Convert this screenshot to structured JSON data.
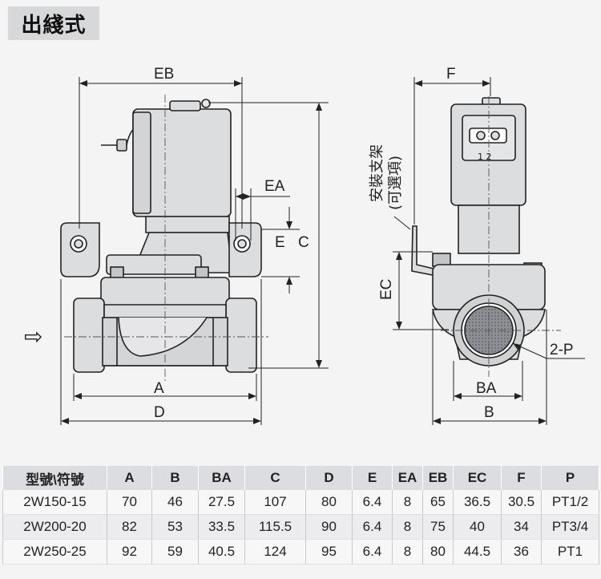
{
  "page_title": "出綫式",
  "drawing": {
    "front_labels": {
      "eb": "EB",
      "ea": "EA",
      "e": "E",
      "c": "C",
      "a": "A",
      "d": "D"
    },
    "side_labels": {
      "f": "F",
      "ec": "EC",
      "p": "2-P",
      "ba": "BA",
      "b": "B"
    },
    "terminal_labels": "1 2",
    "mount_note": "安裝支架",
    "mount_note_paren": "(可選項)",
    "flow_arrow": "⇨"
  },
  "table": {
    "headers": [
      "型號\\符號",
      "A",
      "B",
      "BA",
      "C",
      "D",
      "E",
      "EA",
      "EB",
      "EC",
      "F",
      "P"
    ],
    "rows": [
      [
        "2W150-15",
        "70",
        "46",
        "27.5",
        "107",
        "80",
        "6.4",
        "8",
        "65",
        "36.5",
        "30.5",
        "PT1/2"
      ],
      [
        "2W200-20",
        "82",
        "53",
        "33.5",
        "115.5",
        "90",
        "6.4",
        "8",
        "75",
        "40",
        "34",
        "PT3/4"
      ],
      [
        "2W250-25",
        "92",
        "59",
        "40.5",
        "124",
        "95",
        "6.4",
        "8",
        "80",
        "44.5",
        "36",
        "PT1"
      ]
    ]
  }
}
